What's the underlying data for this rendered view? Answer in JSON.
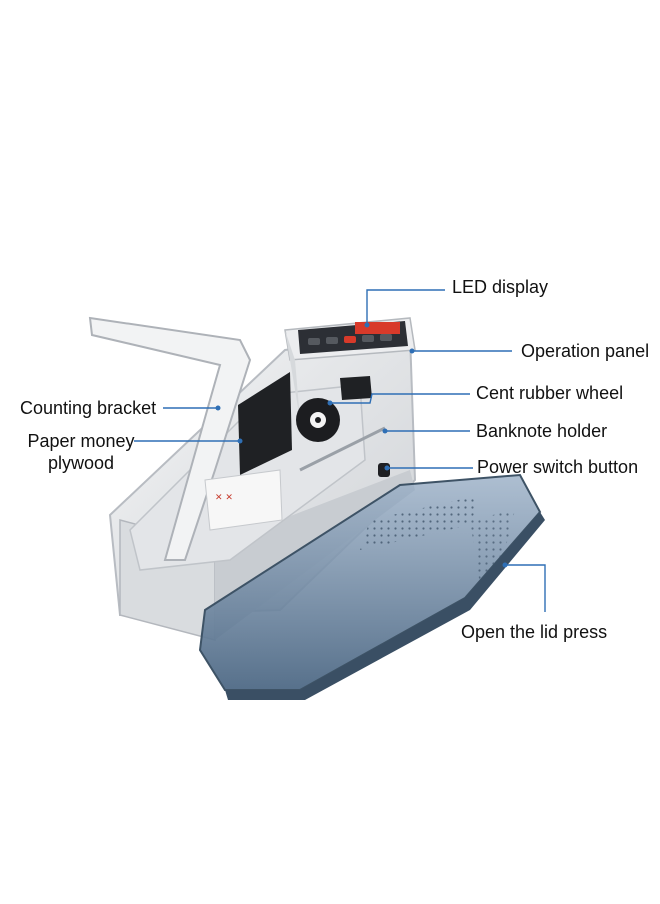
{
  "labels": {
    "led_display": "LED display",
    "operation_panel": "Operation panel",
    "cent_rubber_wheel": "Cent rubber wheel",
    "banknote_holder": "Banknote holder",
    "power_switch_button": "Power switch button",
    "counting_bracket": "Counting bracket",
    "paper_money_line1": "Paper money",
    "paper_money_line2": "plywood",
    "open_lid_press": "Open the lid press"
  },
  "colors": {
    "callout_line": "#2f6fb5",
    "body_white": "#e9eaec",
    "lid_blue": "#6f8aa8",
    "panel_dark": "#2c2f35",
    "led_red": "#d83a2a"
  },
  "icons": {
    "main_image": "money-counter-device"
  }
}
